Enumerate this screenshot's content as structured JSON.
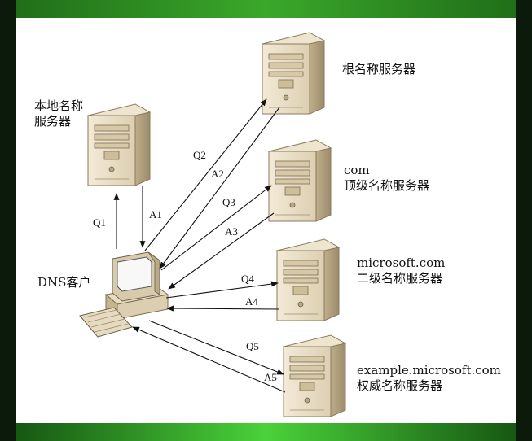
{
  "servers": {
    "local": {
      "line1": "本地名称",
      "line2": "服务器"
    },
    "root": {
      "line1": "根名称服务器"
    },
    "com": {
      "line1": "com",
      "line2": "顶级名称服务器"
    },
    "microsoft": {
      "line1": "microsoft.com",
      "line2": "二级名称服务器"
    },
    "example": {
      "line1": "example.microsoft.com",
      "line2": "权威名称服务器"
    }
  },
  "client": {
    "label": "DNS客户"
  },
  "arrows": {
    "q1": "Q1",
    "a1": "A1",
    "q2": "Q2",
    "a2": "A2",
    "q3": "Q3",
    "a3": "A3",
    "q4": "Q4",
    "a4": "A4",
    "q5": "Q5",
    "a5": "A5"
  },
  "colors": {
    "server_body": "#e8dcc4",
    "server_side": "#c9b894",
    "server_shade": "#a89878",
    "frame": "#0b1a0b",
    "frame_accent": "#3aa82a"
  }
}
